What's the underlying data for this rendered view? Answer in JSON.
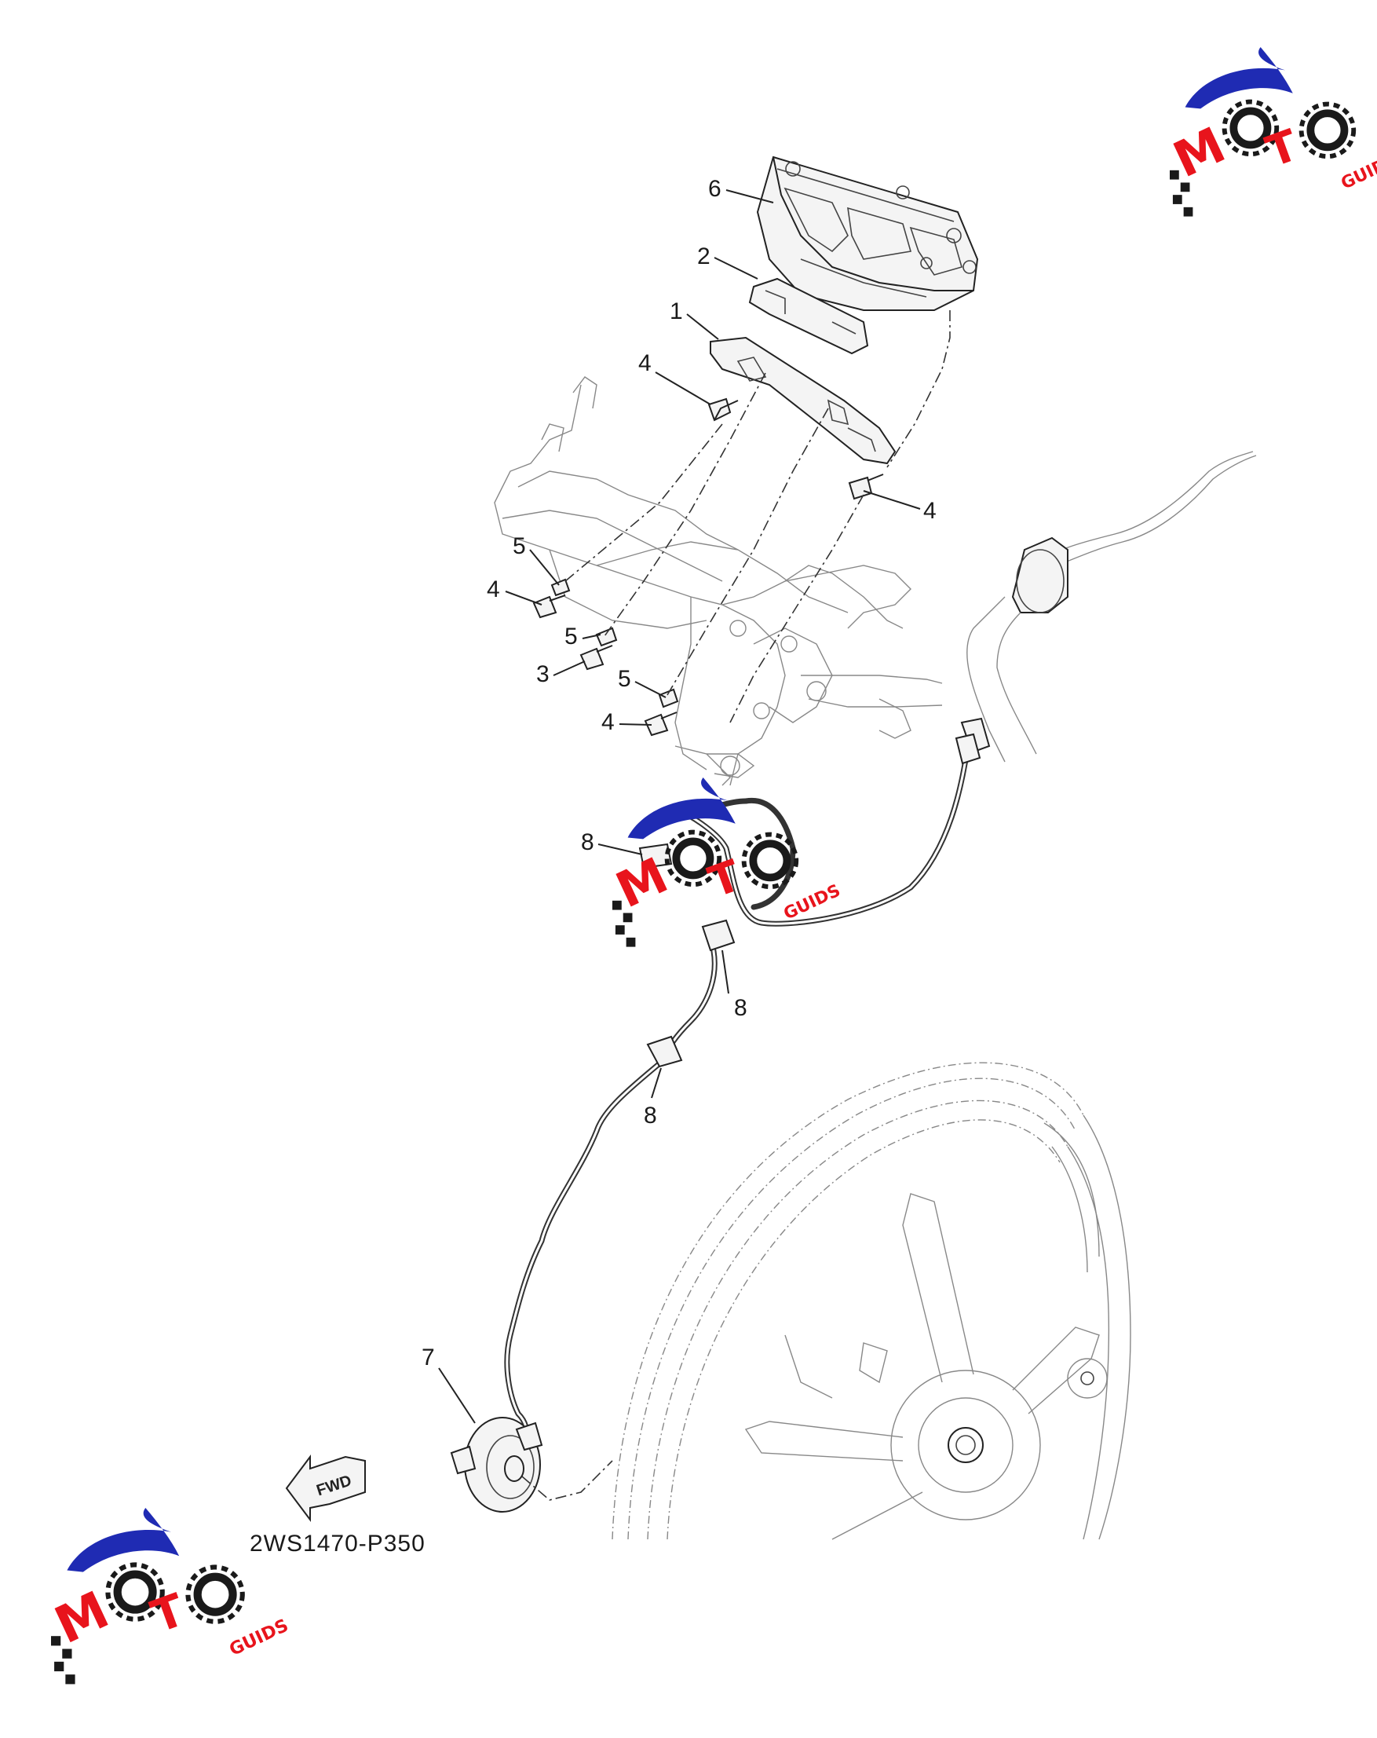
{
  "diagram": {
    "part_code": "2WS1470-P350",
    "fwd_label": "FWD",
    "callouts": [
      {
        "id": "c6",
        "label": "6"
      },
      {
        "id": "c2",
        "label": "2"
      },
      {
        "id": "c1",
        "label": "1"
      },
      {
        "id": "c4a",
        "label": "4"
      },
      {
        "id": "c4b",
        "label": "4"
      },
      {
        "id": "c5a",
        "label": "5"
      },
      {
        "id": "c4c",
        "label": "4"
      },
      {
        "id": "c5b",
        "label": "5"
      },
      {
        "id": "c3",
        "label": "3"
      },
      {
        "id": "c5c",
        "label": "5"
      },
      {
        "id": "c4d",
        "label": "4"
      },
      {
        "id": "c8a",
        "label": "8"
      },
      {
        "id": "c8b",
        "label": "8"
      },
      {
        "id": "c8c",
        "label": "8"
      },
      {
        "id": "c7",
        "label": "7"
      }
    ]
  },
  "watermark": {
    "brand": "MOTO",
    "suffix": "GUIDS",
    "colors": {
      "blue": "#1f2bb3",
      "red": "#e8141c",
      "dark": "#1a1a1a"
    }
  }
}
